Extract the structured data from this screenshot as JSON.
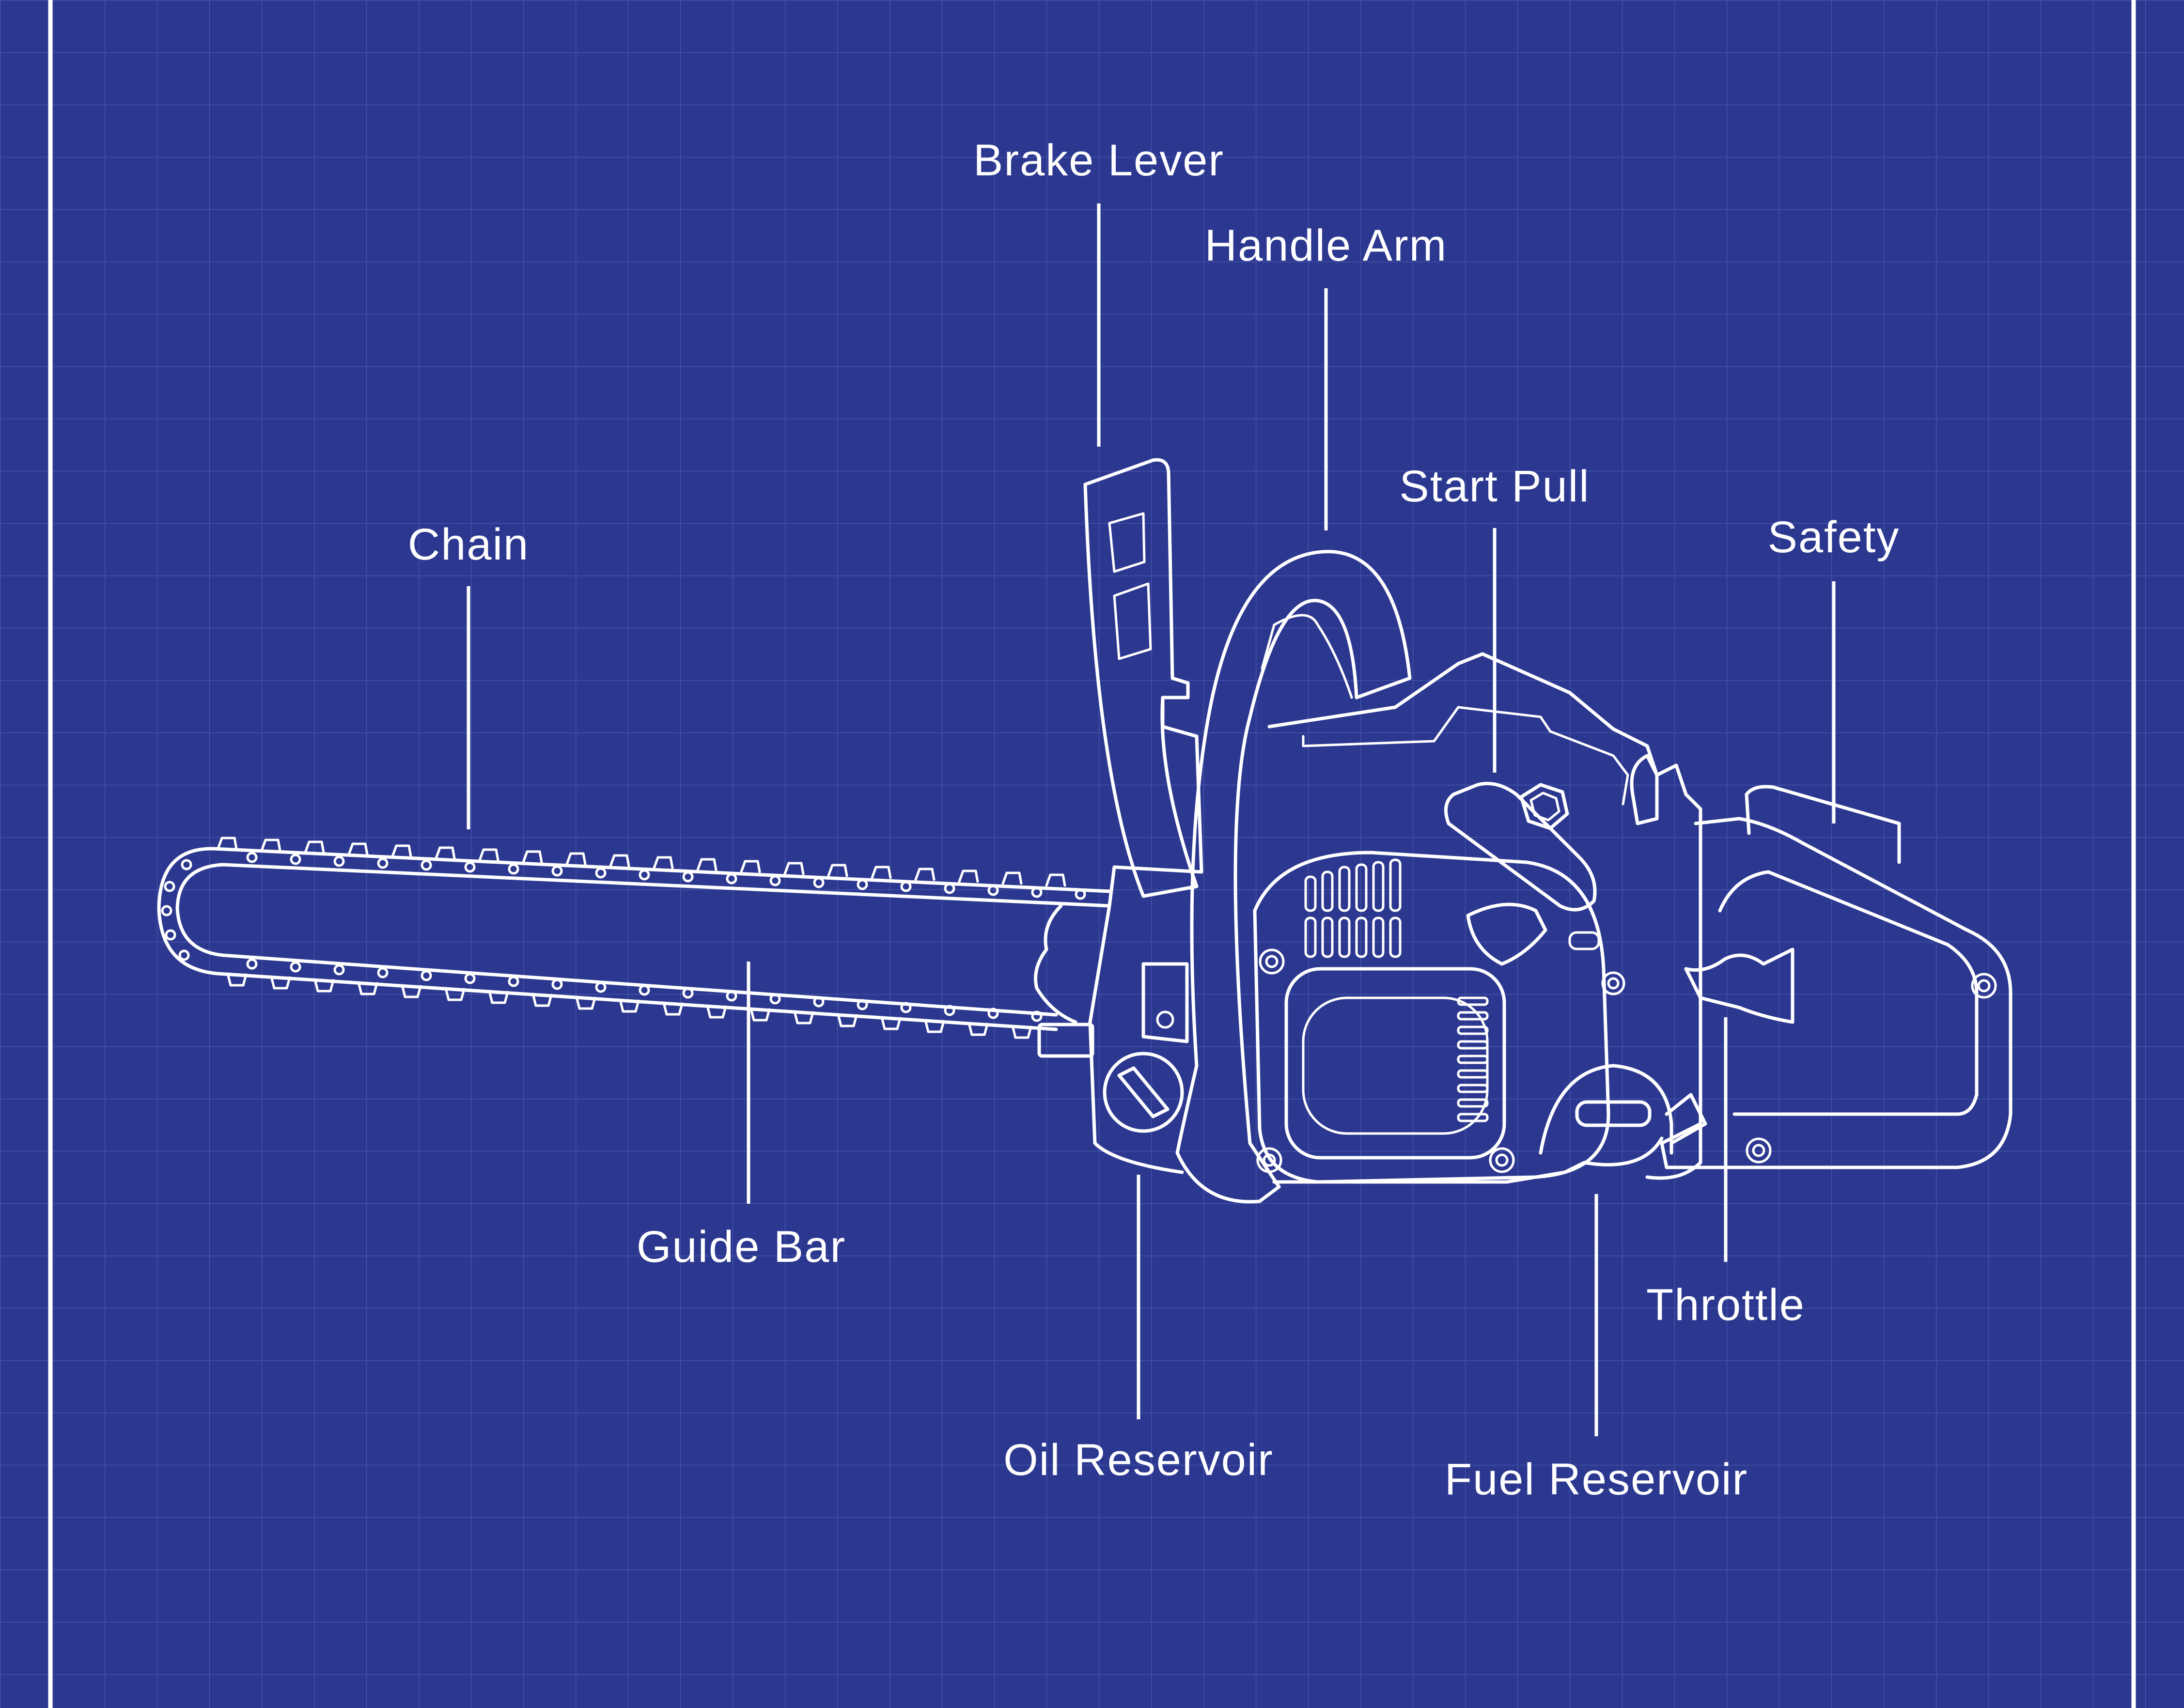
{
  "diagram": {
    "background_color": "#2c3890",
    "line_color": "#ffffff",
    "grid_color": "#5563b8",
    "labels": {
      "brake_lever": "Brake Lever",
      "handle_arm": "Handle Arm",
      "start_pull": "Start Pull",
      "safety": "Safety",
      "chain": "Chain",
      "guide_bar": "Guide Bar",
      "throttle": "Throttle",
      "oil_reservoir": "Oil Reservoir",
      "fuel_reservoir": "Fuel Reservoir"
    }
  }
}
